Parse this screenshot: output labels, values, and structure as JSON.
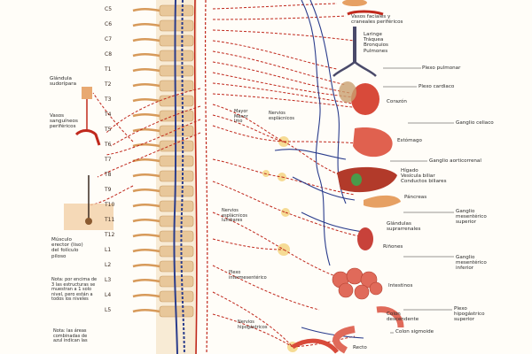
{
  "diagram": {
    "segments_cervical": [
      "C5",
      "C6",
      "C7",
      "C8"
    ],
    "segments_thoracic": [
      "T1",
      "T2",
      "T3",
      "T4",
      "T5",
      "T6",
      "T7",
      "T8",
      "T9",
      "T10",
      "T11",
      "T12"
    ],
    "segments_lumbar": [
      "L1",
      "L2",
      "L3",
      "L4",
      "L5"
    ],
    "labels": {
      "glandula_sudoripara": "Glándula\nsudorípara",
      "vasos_sanguineos": "Vasos\nsanguíneos\nperiféricos",
      "musculo_erector": "Músculo\nerector (liso)\ndel folículo\npiloso",
      "nota1": "Nota: por encima de\n3 las estructuras se\nmuestran a 1 solo\nnivel, pero están a\ntodos los niveles",
      "nota2": "Nota: las áreas\ncombinadas de\nazul indican las",
      "vasos_faciales": "Vasos faciales y\ncraneales periféricos",
      "laringe": "Laringe\nTráquea\nBronquios\nPulmones",
      "plexo_pulmonar": "Plexo pulmonar",
      "plexo_cardiaco": "Plexo cardiaco",
      "corazon": "Corazón",
      "ganglio_celiaco": "Ganglio celiaco",
      "mayor_menor": "Mayor\nMenor\nImo",
      "nervios_esplacnicos": "Nervios\nesplácnicos",
      "estomago": "Estómago",
      "ganglio_aorticorrenal": "Ganglio aorticorrenal",
      "higado": "Hígado\nVesícula biliar\nConductos biliares",
      "pancreas": "Páncreas",
      "ganglio_mesenterico_superior": "Ganglio\nmesentérico\nsuperior",
      "nervios_lumbares": "Nervios\nesplácnicos\nlumbares",
      "glandulas_suprarrenales": "Glándulas\nsuprarrenales",
      "rinones": "Riñones",
      "ganglio_mesenterico_inferior": "Ganglio\nmesentérico\ninferior",
      "plexo_intermesenterico": "Plexo\nintermesentérico",
      "intestinos": "Intestinos",
      "colon_descendente": "Colon\ndescendente",
      "plexo_hipogastrico": "Plexo\nhipogástrico\nsuperior",
      "nervios_hipogastricos": "Nervios\nhipogástricos",
      "colon_sigmoide": "Colon sigmoide",
      "recto": "Recto"
    }
  },
  "colors": {
    "nerve_red": "#c0281c",
    "nerve_blue": "#2a3c8c",
    "bone": "#e8c79a",
    "organ_red": "#d84a3a"
  }
}
